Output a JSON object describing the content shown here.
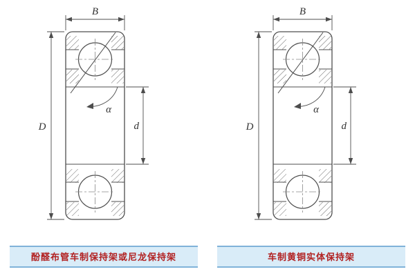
{
  "figures": [
    {
      "labels": {
        "width": "B",
        "outer_diameter": "D",
        "bore_diameter": "d",
        "contact_angle": "α"
      },
      "caption": "酚醛布管车制保持架或尼龙保持架"
    },
    {
      "labels": {
        "width": "B",
        "outer_diameter": "D",
        "bore_diameter": "d",
        "contact_angle": "α"
      },
      "caption": "车制黄铜实体保持架"
    }
  ],
  "colors": {
    "line": "#4d4d4d",
    "caption_bg": "#d9ecf8",
    "caption_border": "#7fb2d9",
    "caption_text": "#b22222"
  }
}
